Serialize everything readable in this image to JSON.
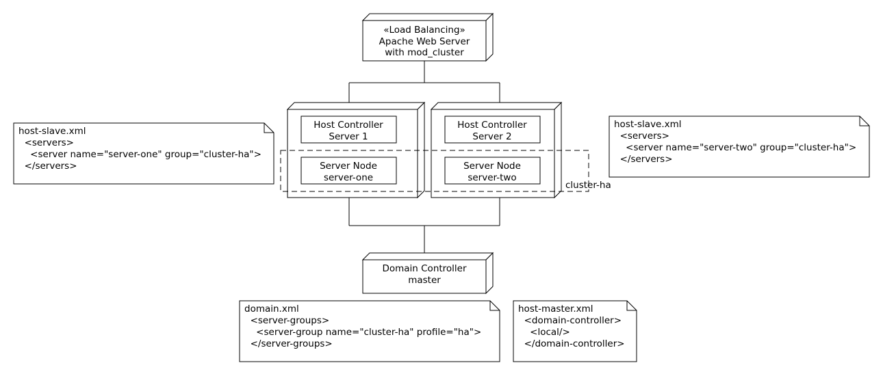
{
  "load_balancer": {
    "stereotype": "«Load Balancing»",
    "line1": "Apache Web Server",
    "line2": "with mod_cluster"
  },
  "host1": {
    "controller_line1": "Host Controller",
    "controller_line2": "Server 1",
    "node_line1": "Server Node",
    "node_line2": "server-one"
  },
  "host2": {
    "controller_line1": "Host Controller",
    "controller_line2": "Server 2",
    "node_line1": "Server Node",
    "node_line2": "server-two"
  },
  "cluster": {
    "label": "cluster-ha"
  },
  "domain_controller": {
    "line1": "Domain Controller",
    "line2": "master"
  },
  "notes": {
    "host_slave_1": [
      "host-slave.xml",
      "  <servers>",
      "    <server name=\"server-one\" group=\"cluster-ha\">",
      "  </servers>"
    ],
    "host_slave_2": [
      "host-slave.xml",
      "  <servers>",
      "    <server name=\"server-two\" group=\"cluster-ha\">",
      "  </servers>"
    ],
    "domain_xml": [
      "domain.xml",
      "  <server-groups>",
      "    <server-group name=\"cluster-ha\" profile=\"ha\">",
      "  </server-groups>"
    ],
    "host_master": [
      "host-master.xml",
      "  <domain-controller>",
      "    <local/>",
      "  </domain-controller>"
    ]
  }
}
